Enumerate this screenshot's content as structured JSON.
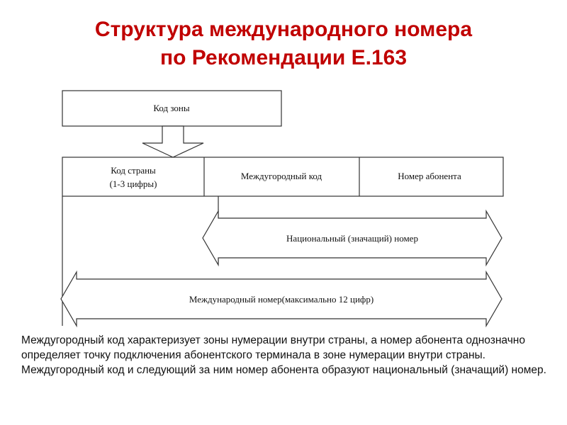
{
  "title": {
    "line1": "Структура международного номера",
    "line2": "по Рекомендации Е.163"
  },
  "diagram": {
    "zone_code": "Код зоны",
    "country_code_line1": "Код страны",
    "country_code_line2": "(1-3 цифры)",
    "trunk_code": "Междугородный код",
    "subscriber_number": "Номер абонента",
    "national_number": "Национальный (значащий) номер",
    "international_number": "Международный номер(максимально 12 цифр)"
  },
  "description": "Междугородный код характеризует зоны нумерации внутри страны, а номер абонента однозначно определяет точку подключения абонентского терминала в зоне нумерации внутри страны. Междугородный код и следующий за ним номер абонента образуют национальный (значащий) номер.",
  "colors": {
    "title": "#c00000",
    "lines": "#333333"
  }
}
